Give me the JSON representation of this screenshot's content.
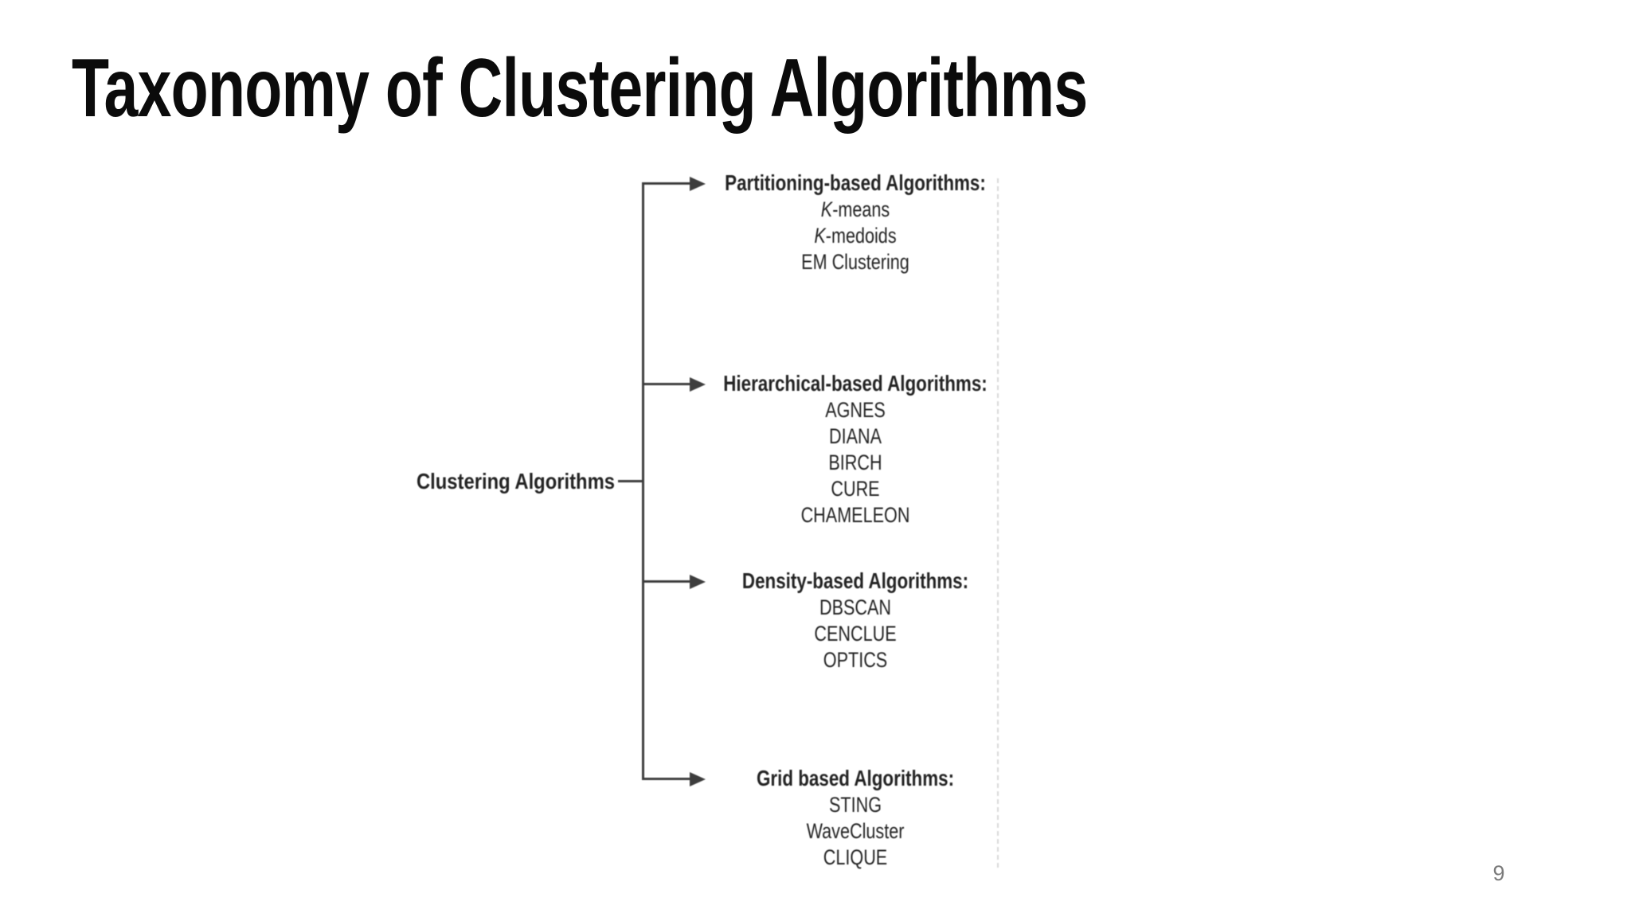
{
  "slide": {
    "title": "Taxonomy of Clustering Algorithms",
    "page_number": "9"
  },
  "tree": {
    "root_label": "Clustering Algorithms",
    "branches": [
      {
        "header": "Partitioning-based Algorithms:",
        "items": [
          {
            "italic_prefix": "K",
            "text": "-means"
          },
          {
            "italic_prefix": "K",
            "text": "-medoids"
          },
          "EM Clustering"
        ]
      },
      {
        "header": "Hierarchical-based Algorithms:",
        "items": [
          "AGNES",
          "DIANA",
          "BIRCH",
          "CURE",
          "CHAMELEON"
        ]
      },
      {
        "header": "Density-based Algorithms:",
        "items": [
          "DBSCAN",
          "CENCLUE",
          "OPTICS"
        ]
      },
      {
        "header": "Grid based Algorithms:",
        "items": [
          "STING",
          "WaveCluster",
          "CLIQUE"
        ]
      }
    ]
  },
  "colors": {
    "bg": "#ffffff",
    "title": "#0b0b0b",
    "diagram_line": "#3d3d3d",
    "diagram_text": "#232323",
    "scan_edge": "#d9d9d9",
    "page_number": "#7a7a7a"
  }
}
